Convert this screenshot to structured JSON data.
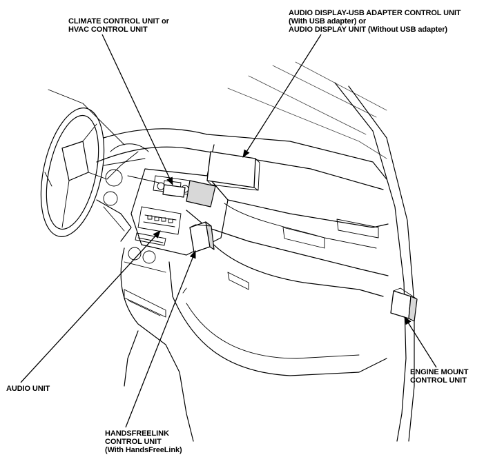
{
  "labels": {
    "climate": {
      "line1": "CLIMATE CONTROL UNIT or",
      "line2": "HVAC CONTROL UNIT"
    },
    "audio_display": {
      "line1": "AUDIO DISPLAY-USB ADAPTER CONTROL UNIT",
      "line2": "(With USB adapter) or",
      "line3": "AUDIO DISPLAY UNIT (Without USB adapter)"
    },
    "audio_unit": {
      "line1": "AUDIO UNIT"
    },
    "handsfreelink": {
      "line1": "HANDSFREELINK",
      "line2": "CONTROL UNIT",
      "line3": "(With HandsFreeLink)"
    },
    "engine_mount": {
      "line1": "ENGINE MOUNT",
      "line2": "CONTROL UNIT"
    }
  },
  "colors": {
    "ink": "#000000",
    "background": "#ffffff",
    "module_shade": "#d8d8d8"
  }
}
